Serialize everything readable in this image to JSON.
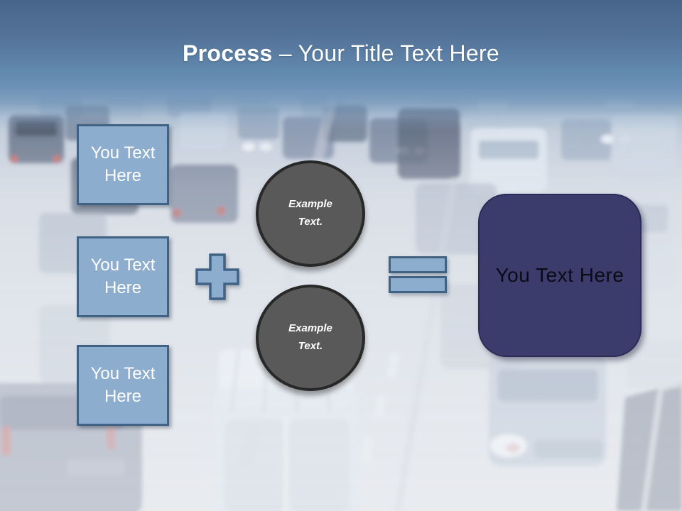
{
  "slide": {
    "title": {
      "bold": "Process",
      "rest": "– Your Title Text Here"
    },
    "inputs": [
      {
        "label": "You Text Here"
      },
      {
        "label": "You Text Here"
      },
      {
        "label": "You Text Here"
      }
    ],
    "operators": {
      "plus": "plus-icon",
      "equals": "equals-icon"
    },
    "circles": [
      {
        "label": "Example Text."
      },
      {
        "label": "Example Text."
      }
    ],
    "result": {
      "label": "You Text Here"
    },
    "colors": {
      "header_top": "#47658A",
      "header_bottom": "#6E93B7",
      "title_text": "#FFFFFF",
      "input_fill": "#8CADCE",
      "input_border": "#3F6285",
      "circle_fill": "#595959",
      "circle_border": "#282828",
      "result_fill": "#3B3B6C",
      "result_text": "#0B0B16"
    }
  }
}
